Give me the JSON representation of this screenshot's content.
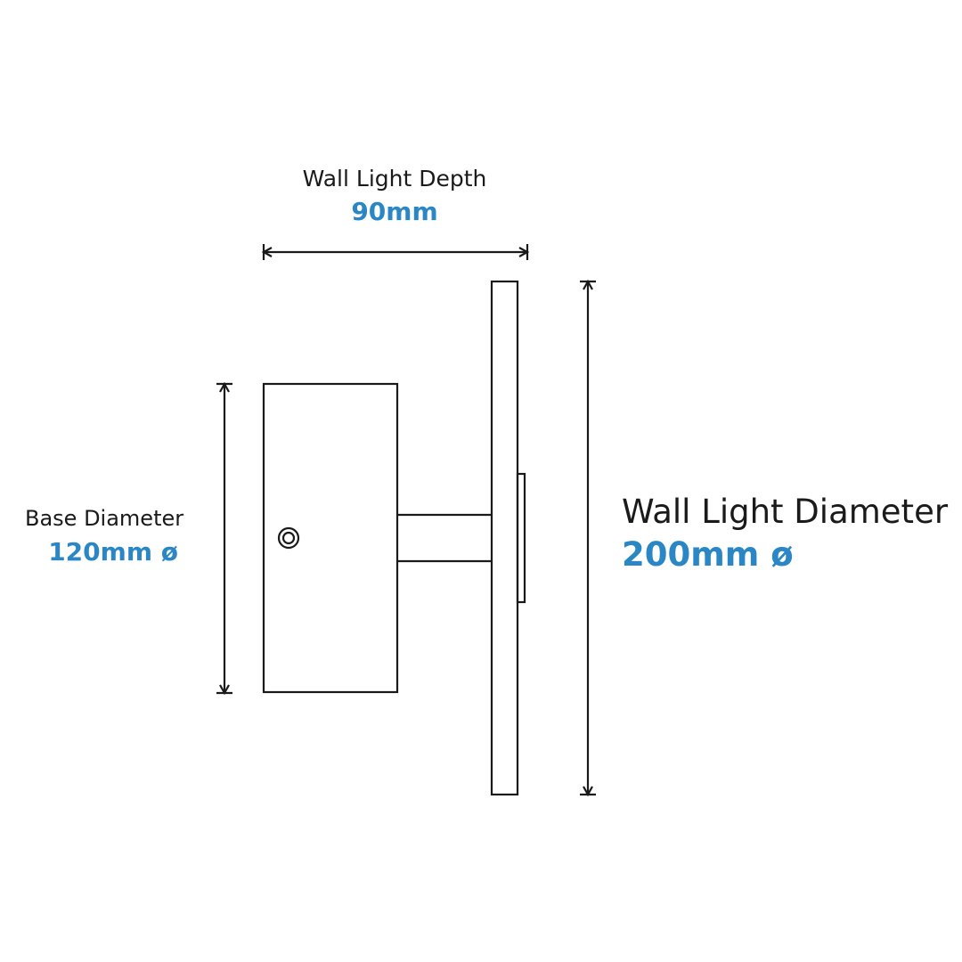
{
  "colors": {
    "line": "#1a1a1a",
    "text": "#1a1a1a",
    "accent": "#2b86c5",
    "background": "#ffffff"
  },
  "dimensions": {
    "depth": {
      "label": "Wall Light Depth",
      "value": "90mm"
    },
    "base_diameter": {
      "label": "Base Diameter",
      "value": "120mm ø"
    },
    "wall_light_diameter": {
      "label": "Wall Light Diameter",
      "value": "200mm ø"
    }
  }
}
